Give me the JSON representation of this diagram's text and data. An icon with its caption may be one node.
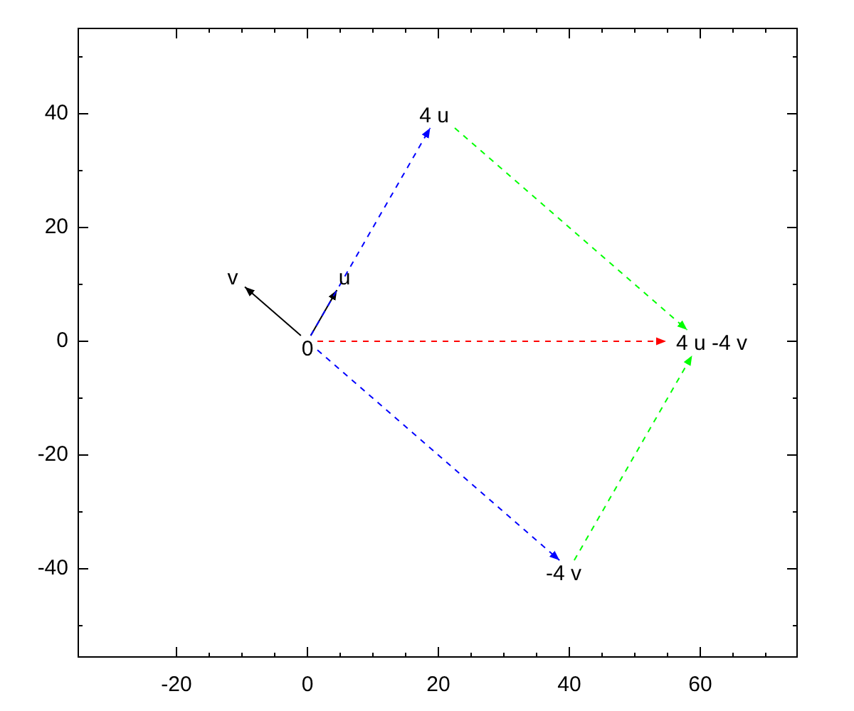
{
  "diagram": {
    "nodes": [
      {
        "text": [
          "0"
        ]
      },
      {
        "text": [
          "u"
        ]
      },
      {
        "text": [
          "v"
        ]
      },
      {
        "text": [
          "4 u"
        ]
      },
      {
        "text": [
          "4 u -4 v"
        ]
      },
      {
        "text": [
          "-4 v"
        ]
      }
    ],
    "edges": [
      {
        "from": 0,
        "to": 1,
        "arrow": "to"
      },
      {
        "from": 0,
        "to": 2,
        "arrow": "to"
      },
      {
        "from": 0,
        "to": 3,
        "arrow": "to",
        "style": "dashed",
        "color": "#0000ff"
      },
      {
        "from": 0,
        "to": 5,
        "arrow": "to",
        "style": "dashed",
        "color": "#0000ff"
      },
      {
        "from": 3,
        "to": 4,
        "arrow": "to",
        "style": "dashed",
        "color": "#00ff00"
      },
      {
        "from": 5,
        "to": 4,
        "arrow": "to",
        "style": "dashed",
        "color": "#00ff00"
      },
      {
        "from": 0,
        "to": 4,
        "arrow": "to",
        "style": "dashed",
        "color": "#ff0000"
      }
    ],
    "labels": [
      "40",
      "20",
      "0",
      "-20",
      "-40",
      "-20",
      "0",
      "20",
      "40",
      "60"
    ]
  }
}
